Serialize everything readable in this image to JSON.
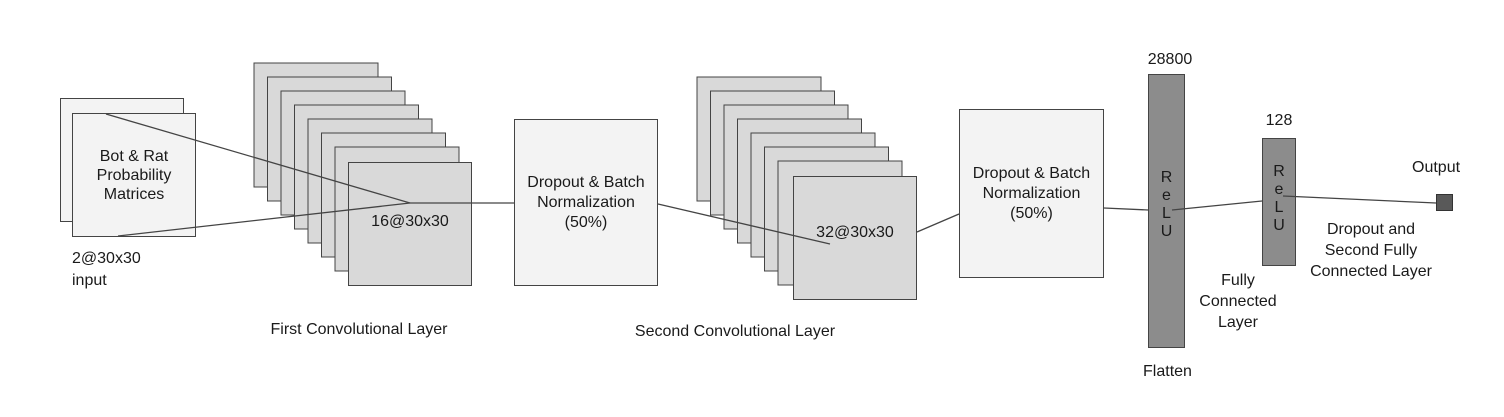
{
  "input": {
    "title": "Bot & Rat Probability Matrices",
    "shape": "2@30x30",
    "caption": "input"
  },
  "conv1": {
    "shape": "16@30x30",
    "caption": "First Convolutional Layer"
  },
  "dropout1": {
    "text": "Dropout & Batch Normalization (50%)"
  },
  "conv2": {
    "shape": "32@30x30",
    "caption": "Second Convolutional Layer"
  },
  "dropout2": {
    "text": "Dropout & Batch Normalization (50%)"
  },
  "flatten": {
    "size": "28800",
    "activation_letters": [
      "R",
      "e",
      "L",
      "U"
    ],
    "caption": "Flatten"
  },
  "fc": {
    "size": "128",
    "activation_letters": [
      "R",
      "e",
      "L",
      "U"
    ],
    "caption": "Fully Connected Layer"
  },
  "dropout_fc": {
    "caption": "Dropout and Second Fully Connected Layer"
  },
  "output": {
    "caption": "Output"
  },
  "colors": {
    "light_fill": "#f3f3f3",
    "mid_fill": "#d9d9d9",
    "bar_fill": "#8c8c8c",
    "output_fill": "#595959",
    "line": "#444444"
  }
}
